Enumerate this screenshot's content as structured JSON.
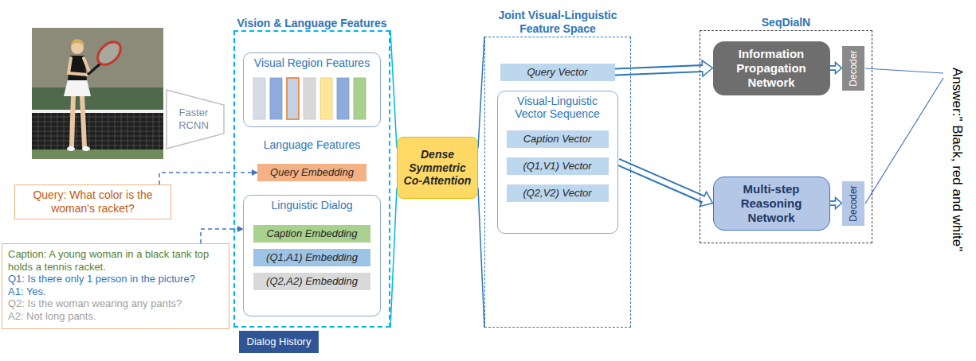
{
  "diagram": {
    "nodes": [
      {
        "text": [
          "Faster RCNN"
        ]
      },
      {
        "text": [
          "Query: What color is the woman's racket?"
        ]
      },
      {
        "text": [
          "Caption: A young woman in a black tank top holds a tennis racket.",
          "Q1: Is there only 1 person in the picture?",
          "A1: Yes.",
          "Q2: Is the woman wearing any pants?",
          "A2: Not long pants."
        ]
      },
      {
        "text": [
          "Dialog History"
        ]
      },
      {
        "text": [
          "Vision & Language Features"
        ]
      },
      {
        "text": [
          "Visual Region Features"
        ],
        "in": 4
      },
      {
        "text": [
          "Query Embedding"
        ],
        "in": 4
      },
      {
        "text": [
          "Linguistic Dialog"
        ],
        "in": 4
      },
      {
        "text": [
          "Caption Embedding"
        ],
        "in": 7
      },
      {
        "text": [
          "(Q1,A1) Embedding"
        ],
        "in": 7
      },
      {
        "text": [
          "(Q2,A2) Embedding"
        ],
        "in": 7
      },
      {
        "text": [
          "Dense Symmetric Co-Attention"
        ]
      },
      {
        "text": [
          "Joint Visual-Linguistic Feature Space"
        ]
      },
      {
        "text": [
          "Query Vector"
        ],
        "in": 12
      },
      {
        "text": [
          "Visual-Linguistic Vector Sequence"
        ],
        "in": 12
      },
      {
        "text": [
          "Caption Vector"
        ],
        "in": 14
      },
      {
        "text": [
          "(Q1,V1) Vector"
        ],
        "in": 14
      },
      {
        "text": [
          "(Q2,V2) Vector"
        ],
        "in": 14
      },
      {
        "text": [
          "SeqDialN"
        ]
      },
      {
        "text": [
          "Information Propagation Network"
        ],
        "in": 18
      },
      {
        "text": [
          "Decoder"
        ],
        "in": 18
      },
      {
        "text": [
          "Multi-step Reasoning Network"
        ],
        "in": 18
      },
      {
        "text": [
          "Decoder"
        ],
        "in": 18
      }
    ],
    "edges": [
      {
        "from": 1,
        "to": 6,
        "arrow": "to"
      },
      {
        "from": 2,
        "to": 7,
        "arrow": "to"
      },
      {
        "from": 4,
        "to": 11,
        "arrow": "none"
      },
      {
        "from": 11,
        "to": 12,
        "arrow": "none"
      },
      {
        "from": 13,
        "to": 19,
        "arrow": "to"
      },
      {
        "from": 14,
        "to": 21,
        "arrow": "to"
      },
      {
        "from": 19,
        "to": 20,
        "arrow": "to"
      },
      {
        "from": 21,
        "to": 22,
        "arrow": "to"
      }
    ],
    "labels": [
      "Language Features",
      "Answer:\" Black, red and white\""
    ]
  }
}
